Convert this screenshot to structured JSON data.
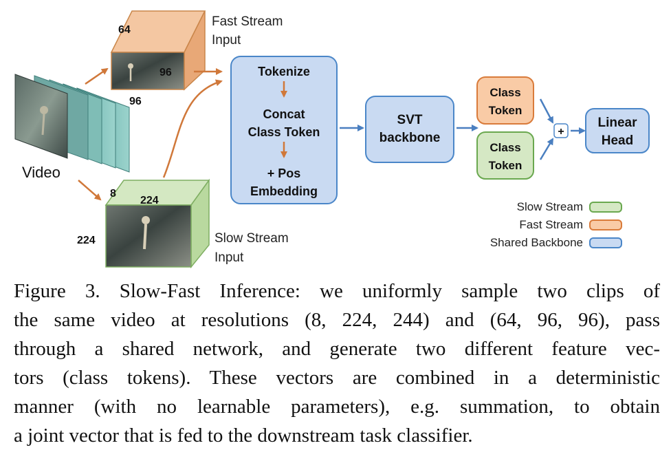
{
  "figure": {
    "video_label": "Video",
    "fast_input": {
      "label_line1": "Fast Stream",
      "label_line2": "Input",
      "dim_frames": "64",
      "dim_width": "96",
      "dim_height": "96"
    },
    "slow_input": {
      "label_line1": "Slow Stream",
      "label_line2": "Input",
      "dim_frames": "8",
      "dim_width": "224",
      "dim_height": "224"
    },
    "tokenizer_box": {
      "step1": "Tokenize",
      "step2_line1": "Concat",
      "step2_line2": "Class Token",
      "step3_line1": "+ Pos",
      "step3_line2": "Embedding"
    },
    "backbone_box": {
      "line1": "SVT",
      "line2": "backbone"
    },
    "fast_class_token": {
      "line1": "Class",
      "line2": "Token"
    },
    "slow_class_token": {
      "line1": "Class",
      "line2": "Token"
    },
    "sum_symbol": "+",
    "linear_head": {
      "line1": "Linear",
      "line2": "Head"
    },
    "legend": [
      {
        "label": "Slow Stream",
        "fill": "#d5e8c4",
        "stroke": "#6aa84f"
      },
      {
        "label": "Fast Stream",
        "fill": "#f9cba6",
        "stroke": "#d97b3a"
      },
      {
        "label": "Shared Backbone",
        "fill": "#c9daf2",
        "stroke": "#4a86c8"
      }
    ],
    "colors": {
      "blue_fill": "#c9daf2",
      "blue_stroke": "#4a86c8",
      "orange_fill": "#f9cba6",
      "orange_stroke": "#d97b3a",
      "green_fill": "#d5e8c4",
      "green_stroke": "#6aa84f",
      "orange_arrow": "#d0783a",
      "blue_arrow": "#4a7fc0"
    }
  },
  "caption": {
    "lines": [
      "Figure 3. Slow-Fast Inference: we uniformly sample two clips of",
      "the same video at resolutions (8, 224, 244) and (64, 96, 96), pass",
      "through a shared network, and generate two different feature vec-",
      "tors (class tokens). These vectors are combined in a deterministic",
      "manner (with no learnable parameters), e.g. summation, to obtain",
      "a joint vector that is fed to the downstream task classifier."
    ]
  }
}
